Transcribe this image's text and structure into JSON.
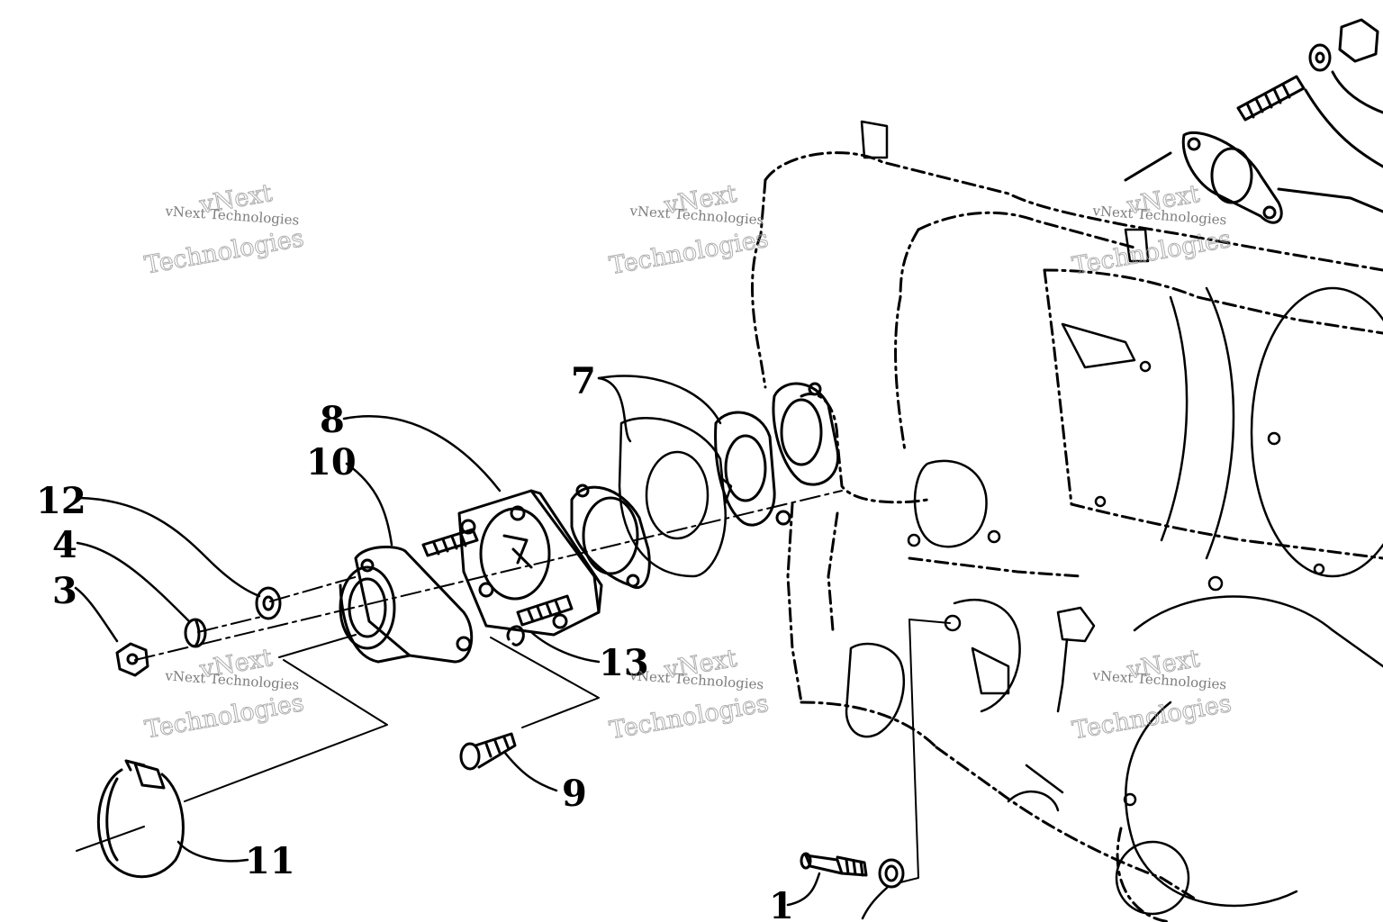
{
  "callouts": [
    {
      "id": "1",
      "label": "1"
    },
    {
      "id": "3",
      "label": "3"
    },
    {
      "id": "4",
      "label": "4"
    },
    {
      "id": "7",
      "label": "7"
    },
    {
      "id": "8",
      "label": "8"
    },
    {
      "id": "9",
      "label": "9"
    },
    {
      "id": "10",
      "label": "10"
    },
    {
      "id": "11",
      "label": "11"
    },
    {
      "id": "12",
      "label": "12"
    },
    {
      "id": "13",
      "label": "13"
    }
  ],
  "watermark": {
    "company": "vNext Technologies",
    "brand_top": "vNext",
    "brand_bottom": "Technologies"
  }
}
